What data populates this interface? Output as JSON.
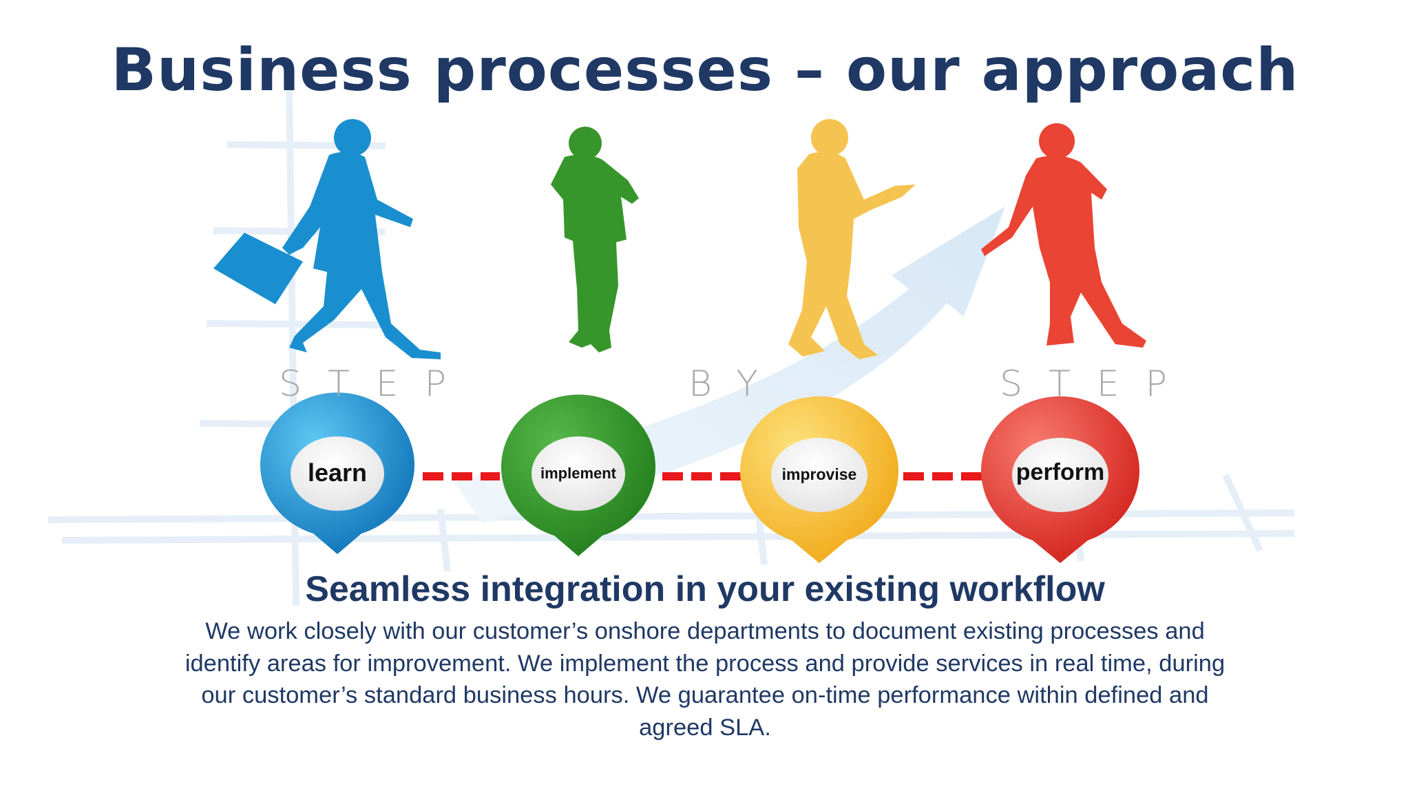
{
  "title": "Business processes – our approach",
  "step_words": [
    "STEP",
    "BY",
    "STEP"
  ],
  "steps": [
    {
      "label": "learn",
      "color": "#1a9ad6"
    },
    {
      "label": "implement",
      "color": "#3a9a2c"
    },
    {
      "label": "improvise",
      "color": "#f5c033"
    },
    {
      "label": "perform",
      "color": "#e8392e"
    }
  ],
  "connector_color": "#e8181b",
  "subtitle": "Seamless integration in your existing workflow",
  "body": "We work closely with our customer’s onshore departments to document existing processes and identify areas for improvement. We implement the process and provide services in real time, during our customer’s standard business hours. We guarantee on-time performance within defined and agreed SLA."
}
